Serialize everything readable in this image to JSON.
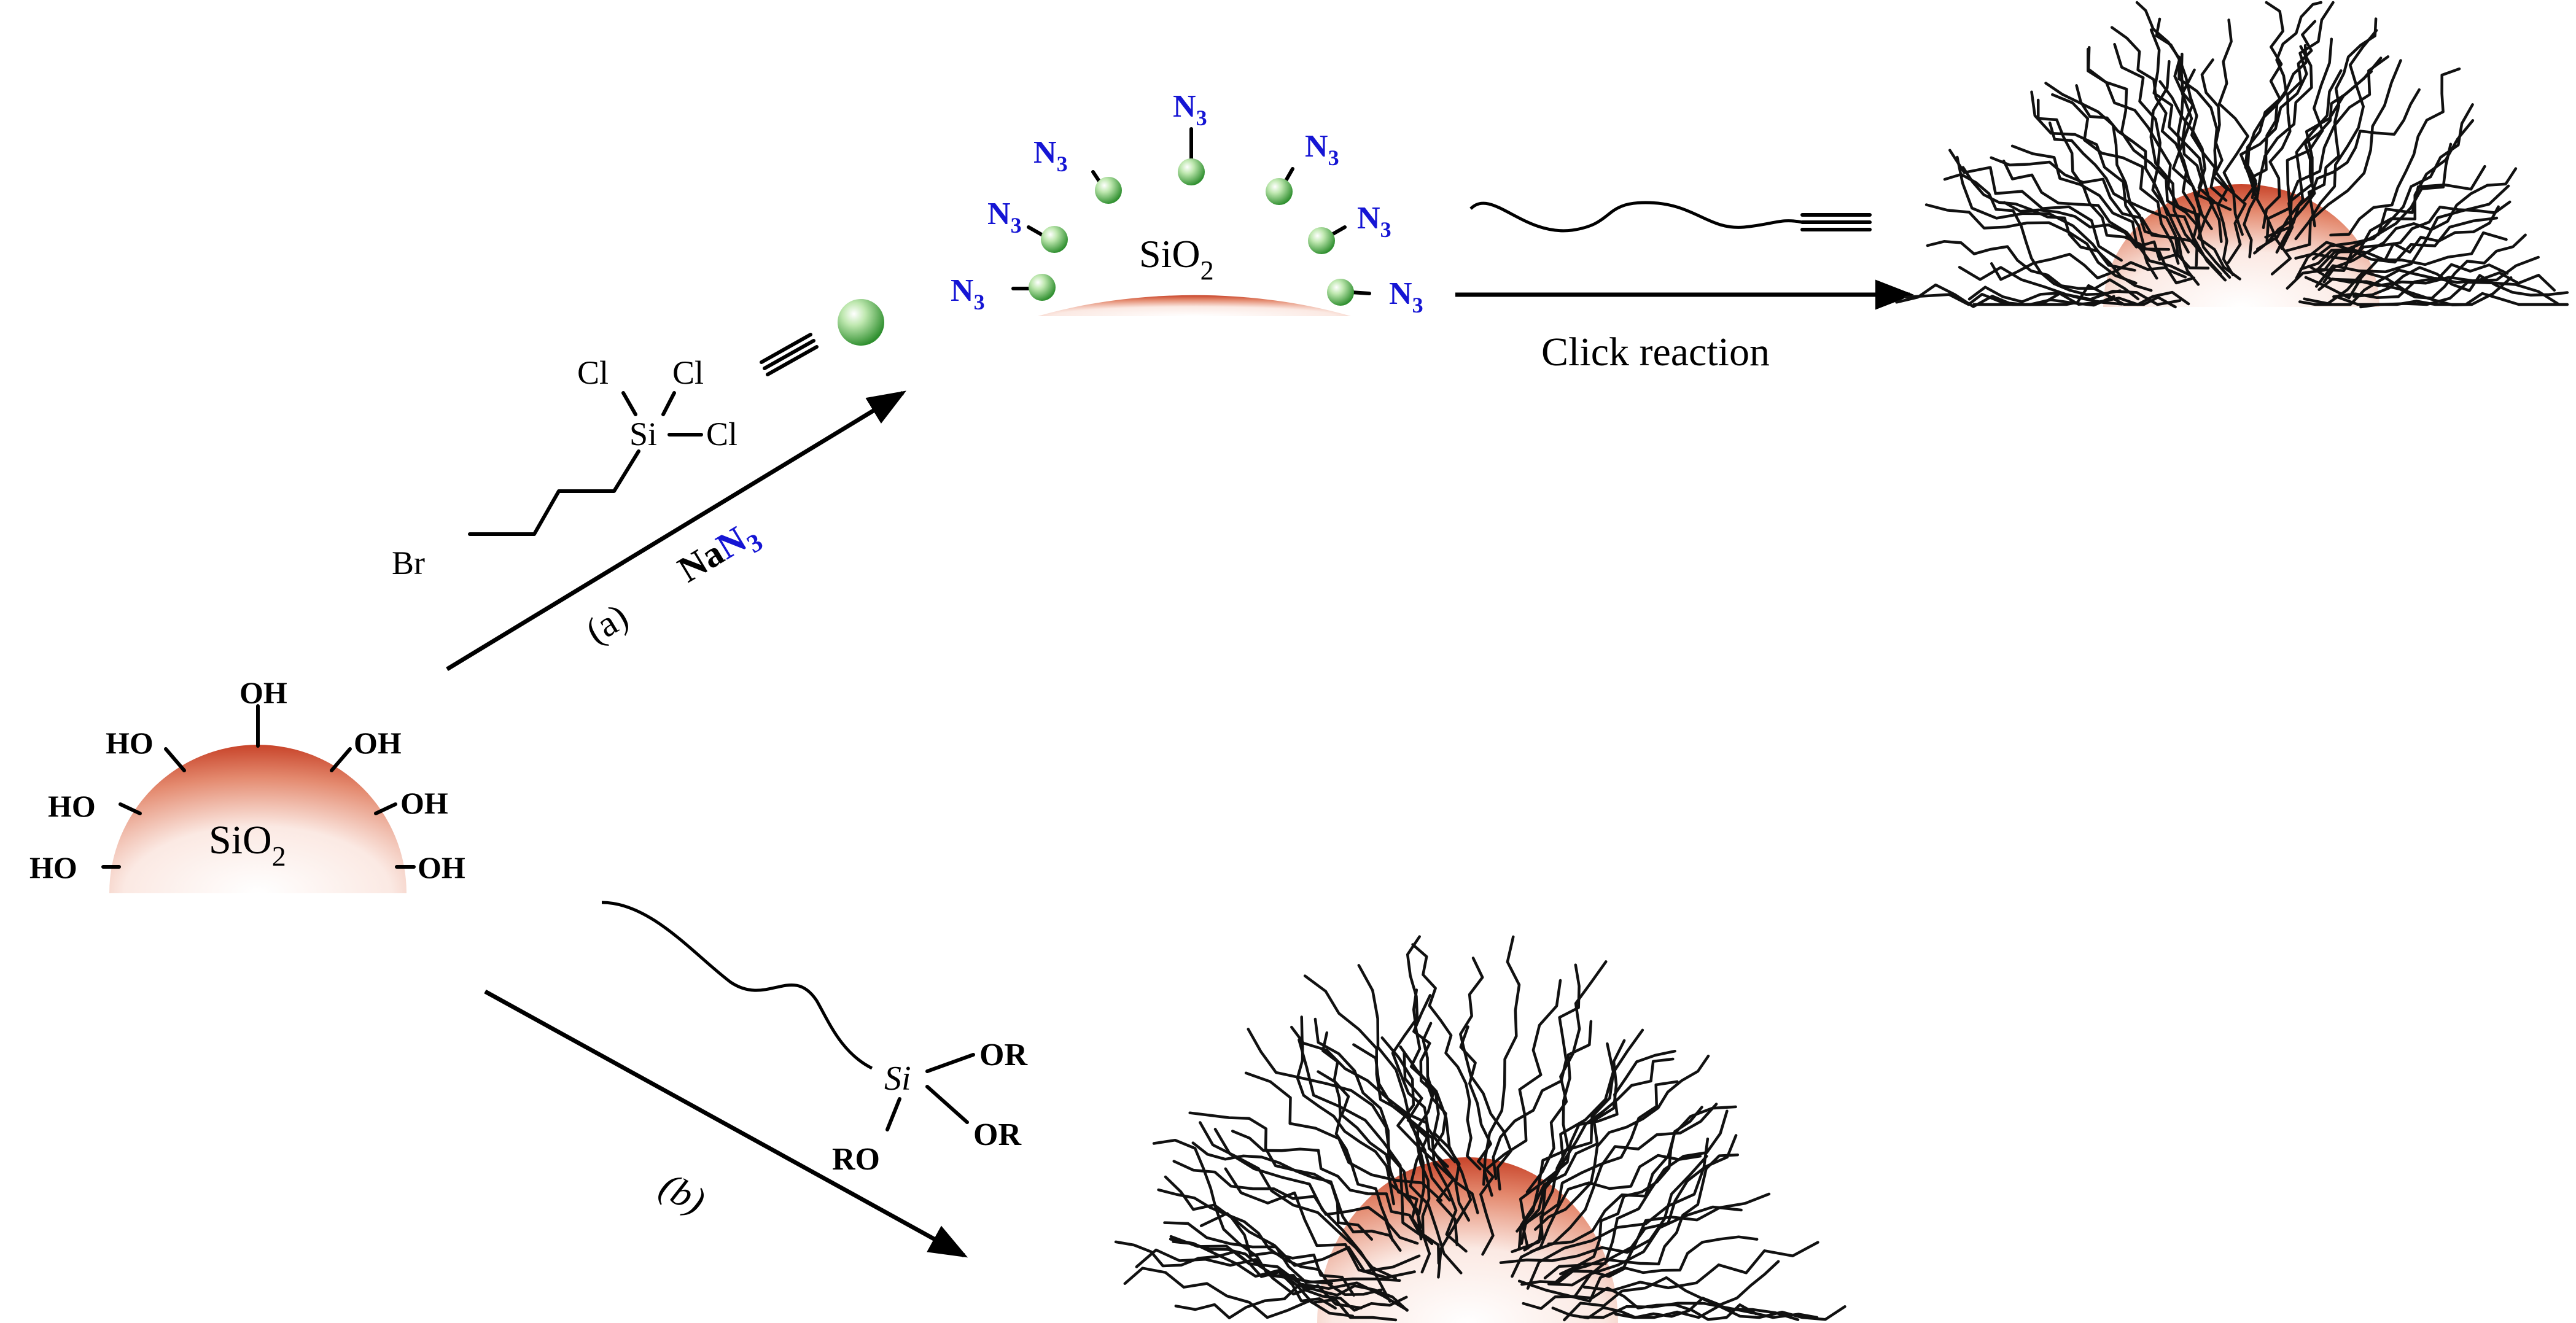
{
  "particle_label": {
    "base": "SiO",
    "sub": "2"
  },
  "hydroxyl": {
    "label": "OH",
    "label_left": "HO"
  },
  "azide": {
    "base": "N",
    "sub": "3"
  },
  "reagent_a": {
    "cl": "Cl",
    "si": "Si",
    "br": "Br",
    "sodium": "Na",
    "azide_n": "N",
    "azide_sub": "3",
    "step_label": "(a)"
  },
  "reagent_b": {
    "si": "Si",
    "or": "OR",
    "ro": "RO",
    "step_label": "(b)"
  },
  "click_label": "Click reaction",
  "colors": {
    "particle_rim": "#c8442a",
    "particle_core": "#ffffff",
    "bead": "#3aa33a",
    "azide_text": "#1515d4",
    "chains": "#111111"
  }
}
